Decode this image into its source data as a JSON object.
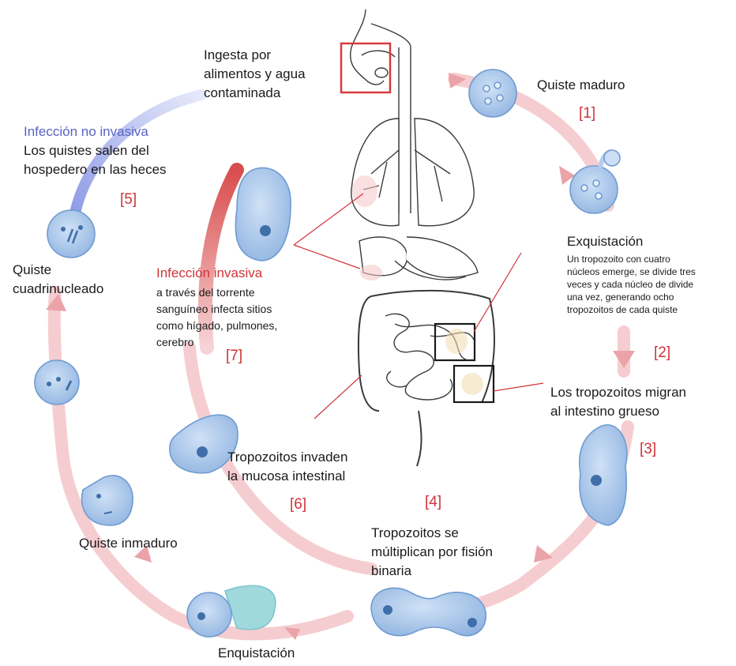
{
  "colors": {
    "cycle_pink": "#f3c3c6",
    "invasive_red": "#d84d4d",
    "noninvasive_blue": "#b6bff0",
    "cell_fill": "#a8c7ea",
    "cell_stroke": "#6f9bd0",
    "number_red": "#d0343a",
    "label_blue": "#5a63c6",
    "box_red": "#d63b3b"
  },
  "labels": {
    "ingesta": [
      "Ingesta por",
      "alimentos y agua",
      "contaminada"
    ],
    "quiste_maduro": "Quiste maduro",
    "exquistacion_title": "Exquistación",
    "exquistacion_desc": [
      "Un tropozoito con cuatro",
      "núcleos emerge, se divide tres",
      "veces y cada núcleo de divide",
      "una vez, generando ocho",
      "tropozoitos de cada quiste"
    ],
    "migran": [
      "Los tropozoitos migran",
      "al intestino grueso"
    ],
    "multiplican": [
      "Tropozoitos se",
      "múltiplican por fisión",
      "binaria"
    ],
    "enquistacion": "Enquistación",
    "quiste_inmaduro": "Quiste inmaduro",
    "quiste_cuadri": [
      "Quiste",
      "cuadrinucleado"
    ],
    "no_invasiva_title": "Infección no invasiva",
    "no_invasiva_desc": [
      "Los quistes salen del",
      "hospedero en las heces"
    ],
    "invasiva_title": "Infección invasiva",
    "invasiva_desc": [
      "a través del torrente",
      "sanguíneo infecta sitios",
      "como hígado, pulmones,",
      "cerebro"
    ],
    "invaden": [
      "Tropozoitos invaden",
      "la mucosa intestinal"
    ]
  },
  "steps": {
    "s1": "[1]",
    "s2": "[2]",
    "s3": "[3]",
    "s4": "[4]",
    "s5": "[5]",
    "s6": "[6]",
    "s7": "[7]"
  }
}
